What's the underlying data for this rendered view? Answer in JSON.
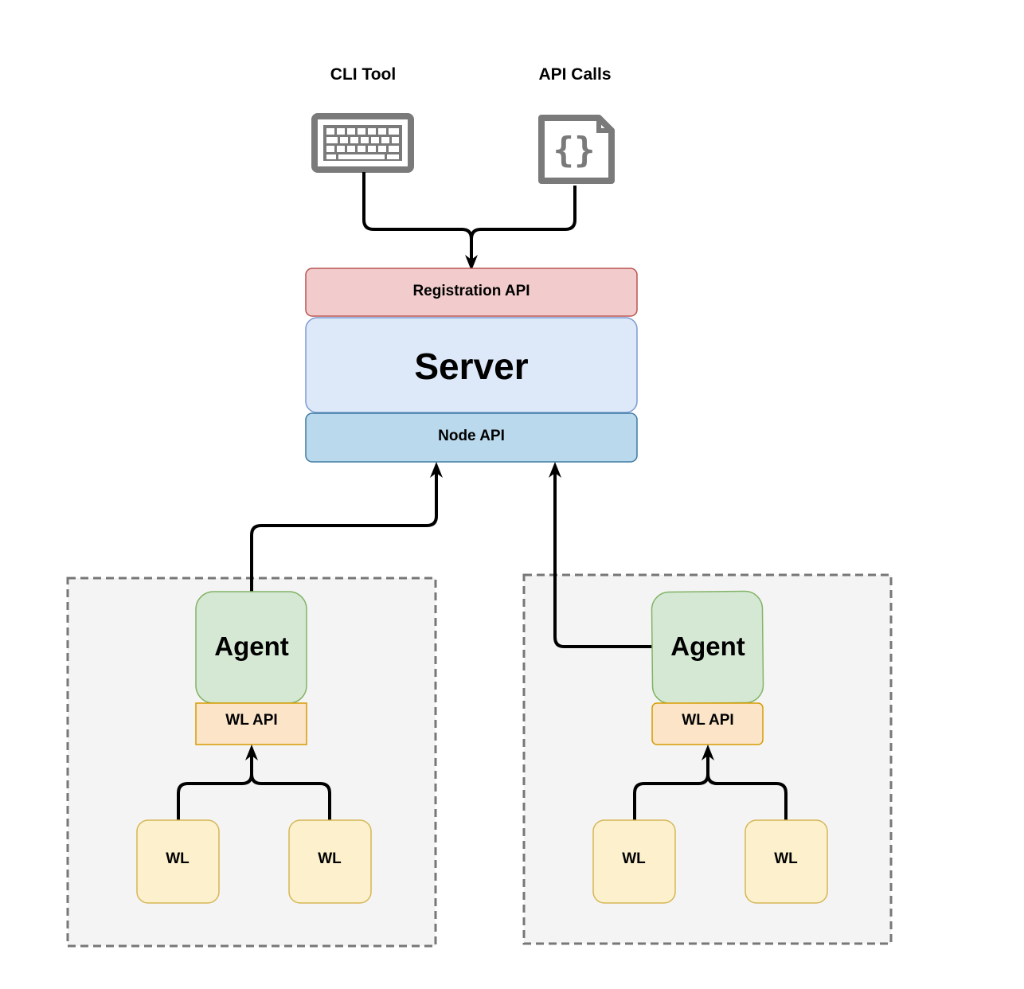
{
  "inputs": {
    "cli": {
      "label": "CLI Tool",
      "icon": "keyboard-icon"
    },
    "api": {
      "label": "API Calls",
      "icon": "json-file-icon"
    }
  },
  "server": {
    "registration_api": "Registration API",
    "title": "Server",
    "node_api": "Node API"
  },
  "nodes": [
    {
      "agent": "Agent",
      "wl_api": "WL API",
      "workloads": [
        "WL",
        "WL"
      ]
    },
    {
      "agent": "Agent",
      "wl_api": "WL API",
      "workloads": [
        "WL",
        "WL"
      ]
    }
  ],
  "colors": {
    "registration_fill": "#f2cccc",
    "registration_stroke": "#b85450",
    "server_fill": "#dde8f8",
    "server_stroke": "#7d9bd1",
    "node_api_fill": "#bad9ec",
    "node_api_stroke": "#3d7aa1",
    "agent_fill": "#d5e8d4",
    "agent_stroke": "#82b366",
    "wl_api_fill": "#fbe4c8",
    "wl_api_stroke": "#d79b00",
    "wl_fill": "#fcf1cc",
    "wl_stroke": "#d6b656",
    "container_fill": "#f4f4f4",
    "container_stroke": "#777777",
    "icon_gray": "#7a7a7a",
    "arrow": "#000000"
  }
}
